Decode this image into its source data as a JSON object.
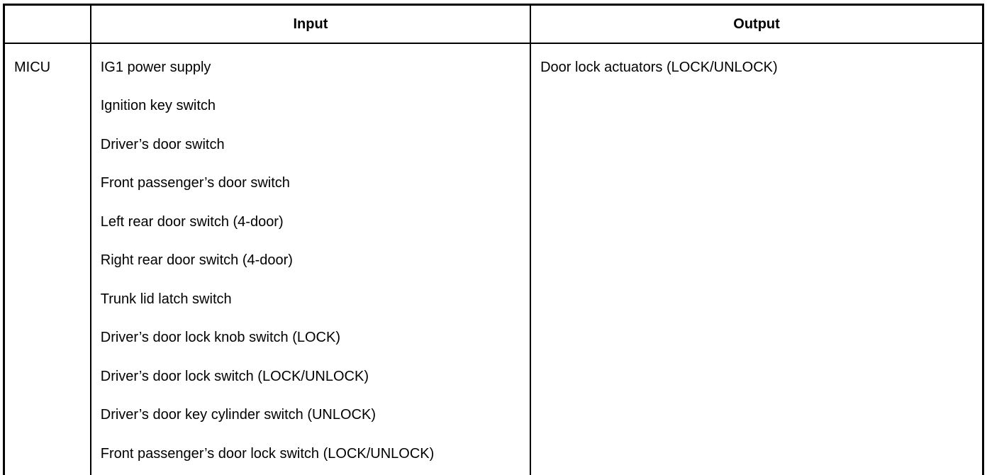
{
  "table": {
    "headers": {
      "unit": "",
      "input": "Input",
      "output": "Output"
    },
    "rows": [
      {
        "unit": "MICU",
        "inputs": [
          "IG1 power supply",
          "Ignition key switch",
          "Driver’s door switch",
          "Front passenger’s door switch",
          "Left rear door switch (4-door)",
          "Right rear door switch (4-door)",
          "Trunk lid latch switch",
          "Driver’s door lock knob switch (LOCK)",
          "Driver’s door lock switch (LOCK/UNLOCK)",
          "Driver’s door key cylinder switch (UNLOCK)",
          "Front passenger’s door lock switch (LOCK/UNLOCK)"
        ],
        "outputs": [
          "Door lock actuators (LOCK/UNLOCK)"
        ]
      }
    ]
  },
  "colors": {
    "border": "#000000",
    "background": "#ffffff",
    "text": "#000000"
  }
}
